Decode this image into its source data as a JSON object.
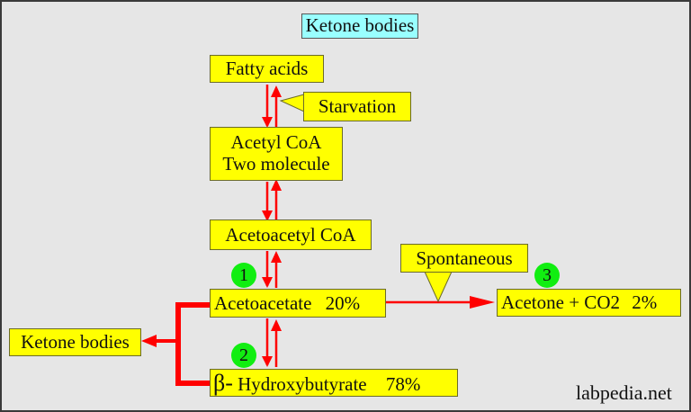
{
  "diagram": {
    "title": "Ketone bodies",
    "colors": {
      "background": "#e6e6e6",
      "box_fill": "#ffff00",
      "title_fill": "#99ffff",
      "arrow": "#ff0000",
      "badge": "#11ee11"
    },
    "nodes": {
      "fatty_acids": "Fatty acids",
      "starvation": "Starvation",
      "acetyl_coa_line1": "Acetyl CoA",
      "acetyl_coa_line2": "Two molecule",
      "acetoacetyl_coa": "Acetoacetyl CoA",
      "acetoacetate": "Acetoacetate",
      "acetoacetate_pct": "20%",
      "spontaneous": "Spontaneous",
      "acetone": "Acetone + CO2",
      "acetone_pct": "2%",
      "hydroxybutyrate_symbol": "β-",
      "hydroxybutyrate": "Hydroxybutyrate",
      "hydroxybutyrate_pct": "78%",
      "ketone_bodies": "Ketone bodies"
    },
    "badges": [
      "1",
      "2",
      "3"
    ],
    "watermark": "labpedia.net"
  }
}
